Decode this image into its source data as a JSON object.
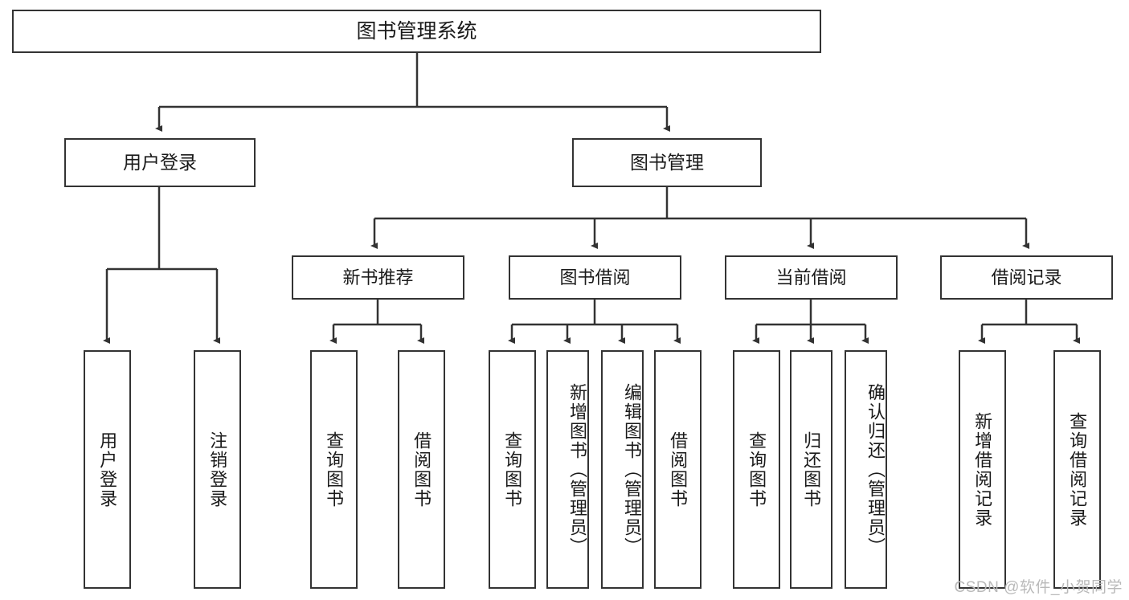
{
  "diagram": {
    "title": "图书管理系统",
    "type": "hierarchy-tree",
    "watermark": "CSDN @软件_小贺同学",
    "colors": {
      "stroke": "#333333",
      "fill": "#ffffff",
      "text": "#1a1a1a",
      "watermark": "#b9b9b9"
    },
    "nodes": {
      "root": {
        "label": "图书管理系统"
      },
      "level2": [
        {
          "id": "user-login",
          "label": "用户登录"
        },
        {
          "id": "book-manage",
          "label": "图书管理"
        }
      ],
      "level3": [
        {
          "id": "new-book-recommend",
          "label": "新书推荐"
        },
        {
          "id": "book-borrow",
          "label": "图书借阅"
        },
        {
          "id": "current-borrow",
          "label": "当前借阅"
        },
        {
          "id": "borrow-record",
          "label": "借阅记录"
        }
      ],
      "leaves": {
        "user-login": [
          {
            "id": "leaf-user-login",
            "label": "用户登录"
          },
          {
            "id": "leaf-logout",
            "label": "注销登录"
          }
        ],
        "new-book-recommend": [
          {
            "id": "leaf-query-book-1",
            "label": "查询图书"
          },
          {
            "id": "leaf-borrow-book-1",
            "label": "借阅图书"
          }
        ],
        "book-borrow": [
          {
            "id": "leaf-query-book-2",
            "label": "查询图书"
          },
          {
            "id": "leaf-add-book",
            "label": "新增图书（管理员）"
          },
          {
            "id": "leaf-edit-book",
            "label": "编辑图书（管理员）"
          },
          {
            "id": "leaf-borrow-book-2",
            "label": "借阅图书"
          }
        ],
        "current-borrow": [
          {
            "id": "leaf-query-book-3",
            "label": "查询图书"
          },
          {
            "id": "leaf-return-book",
            "label": "归还图书"
          },
          {
            "id": "leaf-confirm-return",
            "label": "确认归还（管理员）"
          }
        ],
        "borrow-record": [
          {
            "id": "leaf-add-record",
            "label": "新增借阅记录"
          },
          {
            "id": "leaf-query-record",
            "label": "查询借阅记录"
          }
        ]
      }
    }
  }
}
